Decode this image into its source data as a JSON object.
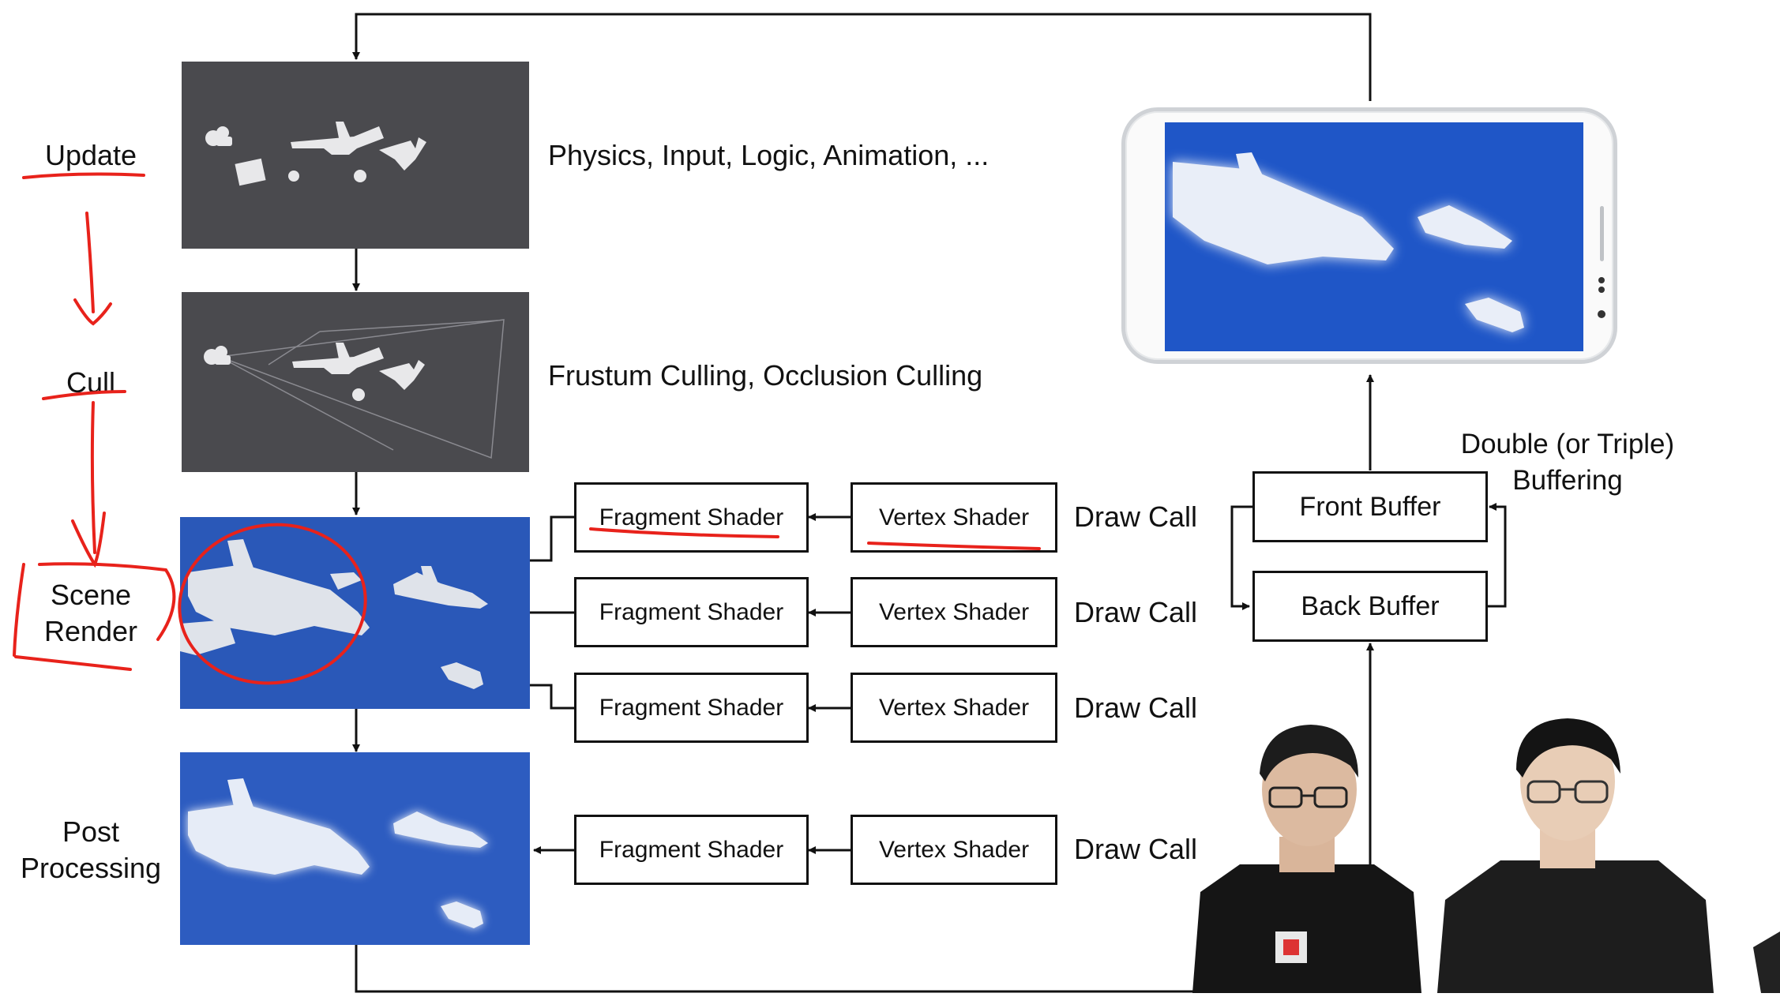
{
  "stages": {
    "update": "Update",
    "cull": "Cull",
    "scene_render": [
      "Scene",
      "Render"
    ],
    "post_processing": [
      "Post",
      "Processing"
    ]
  },
  "descriptions": {
    "update": "Physics, Input, Logic, Animation, ...",
    "cull": "Frustum Culling, Occlusion Culling"
  },
  "pipeline_rows": [
    {
      "fragment": "Fragment Shader",
      "vertex": "Vertex Shader",
      "draw_call": "Draw Call"
    },
    {
      "fragment": "Fragment Shader",
      "vertex": "Vertex Shader",
      "draw_call": "Draw Call"
    },
    {
      "fragment": "Fragment Shader",
      "vertex": "Vertex Shader",
      "draw_call": "Draw Call"
    },
    {
      "fragment": "Fragment Shader",
      "vertex": "Vertex Shader",
      "draw_call": "Draw Call"
    }
  ],
  "buffers": {
    "front": "Front Buffer",
    "back": "Back Buffer",
    "note_line1": "Double (or Triple)",
    "note_line2": "Buffering"
  },
  "colors": {
    "scene_bg": "#2a58b8",
    "dark_panel": "#4a4a4e",
    "annotation": "#e8221b"
  }
}
